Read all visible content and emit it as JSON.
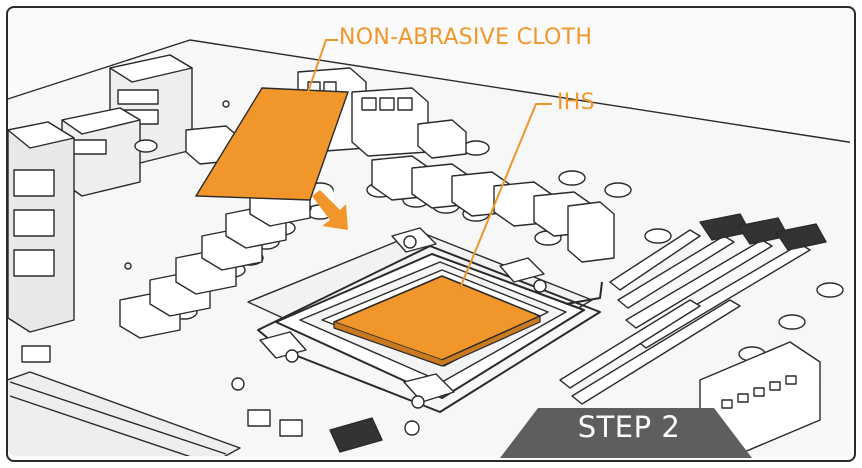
{
  "labels": {
    "cloth": "NON-ABRASIVE CLOTH",
    "ihs": "IHS"
  },
  "step": {
    "label": "STEP 2"
  },
  "colors": {
    "accent": "#f0962a",
    "badge": "#5e5e5e",
    "line": "#2a2a2a"
  }
}
